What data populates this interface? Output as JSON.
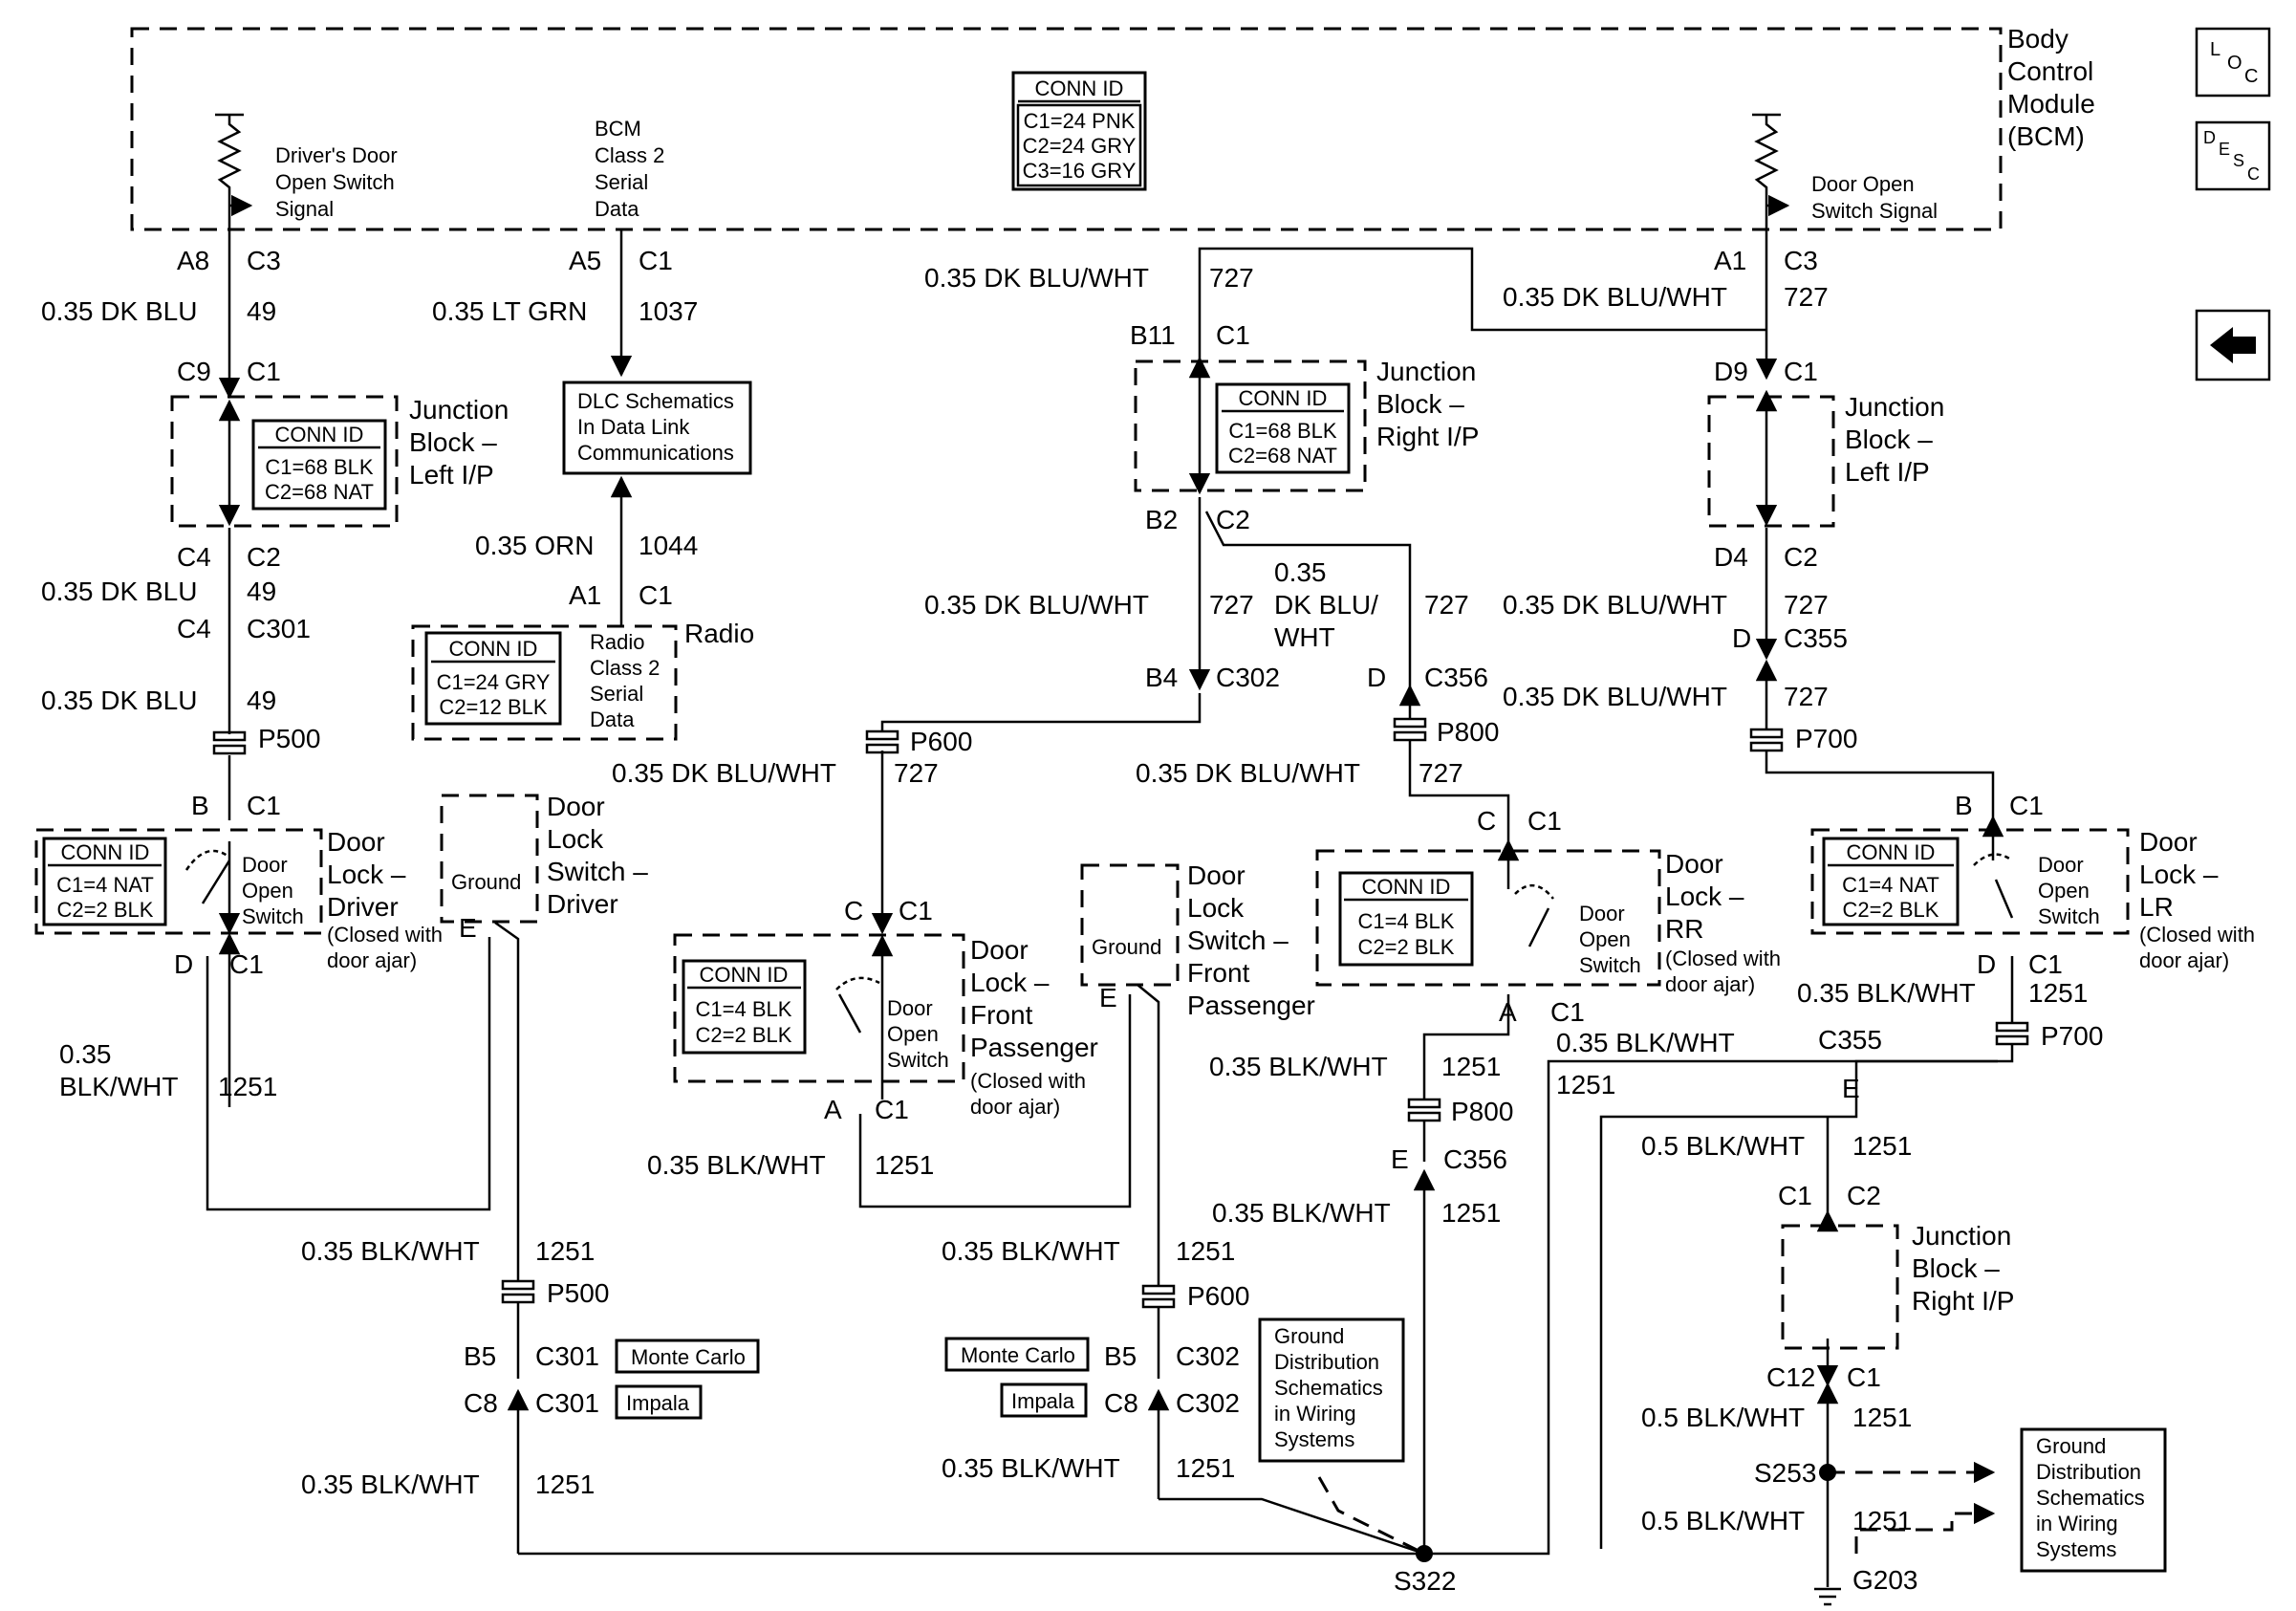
{
  "bcm": {
    "title": [
      "Body",
      "Control",
      "Module",
      "(BCM)"
    ],
    "conn_title": "CONN ID",
    "conn_rows": [
      "C1=24 PNK",
      "C2=24 GRY",
      "C3=16 GRY"
    ],
    "left_switch_signal": [
      "Driver's Door",
      "Open Switch",
      "Signal"
    ],
    "serial_data": [
      "BCM",
      "Class 2",
      "Serial",
      "Data"
    ],
    "right_switch_signal": [
      "Door Open",
      "Switch Signal"
    ]
  },
  "nav": {
    "loc_label": "LOC",
    "desc_label": "DESC",
    "back_icon": "left-arrow-icon"
  },
  "dlc": {
    "lines": [
      "DLC Schematics",
      "In Data Link",
      "Communications"
    ]
  },
  "radio": {
    "title": "Radio",
    "conn_title": "CONN ID",
    "conn_rows": [
      "C1=24 GRY",
      "C2=12 BLK"
    ],
    "inner": [
      "Radio",
      "Class 2",
      "Serial",
      "Data"
    ]
  },
  "jb_left": {
    "title": [
      "Junction",
      "Block –",
      "Left I/P"
    ],
    "conn_title": "CONN ID",
    "conn_rows": [
      "C1=68 BLK",
      "C2=68 NAT"
    ]
  },
  "jb_right_center": {
    "title": [
      "Junction",
      "Block –",
      "Right I/P"
    ],
    "conn_title": "CONN ID",
    "conn_rows": [
      "C1=68 BLK",
      "C2=68 NAT"
    ]
  },
  "jb_left_right": {
    "title": [
      "Junction",
      "Block –",
      "Left I/P"
    ]
  },
  "jb_right_bottom": {
    "title": [
      "Junction",
      "Block –",
      "Right I/P"
    ]
  },
  "door_lock_driver": {
    "title": [
      "Door",
      "Lock –",
      "Driver"
    ],
    "note": [
      "(Closed with",
      "door ajar)"
    ],
    "switch": [
      "Door",
      "Open",
      "Switch"
    ],
    "conn_title": "CONN ID",
    "conn_rows": [
      "C1=4 NAT",
      "C2=2 BLK"
    ]
  },
  "switch_driver": {
    "title": [
      "Door",
      "Lock",
      "Switch –",
      "Driver"
    ],
    "ground": "Ground"
  },
  "door_lock_front_pass": {
    "title": [
      "Door",
      "Lock –",
      "Front",
      "Passenger"
    ],
    "note": [
      "(Closed with",
      "door ajar)"
    ],
    "switch": [
      "Door",
      "Open",
      "Switch"
    ],
    "conn_title": "CONN ID",
    "conn_rows": [
      "C1=4 BLK",
      "C2=2 BLK"
    ]
  },
  "switch_front_pass": {
    "title": [
      "Door",
      "Lock",
      "Switch –",
      "Front",
      "Passenger"
    ],
    "ground": "Ground"
  },
  "door_lock_rr": {
    "title": [
      "Door",
      "Lock –",
      "RR"
    ],
    "note": [
      "(Closed with",
      "door ajar)"
    ],
    "switch": [
      "Door",
      "Open",
      "Switch"
    ],
    "conn_title": "CONN ID",
    "conn_rows": [
      "C1=4 BLK",
      "C2=2 BLK"
    ]
  },
  "door_lock_lr": {
    "title": [
      "Door",
      "Lock –",
      "LR"
    ],
    "note": [
      "(Closed with",
      "door ajar)"
    ],
    "switch": [
      "Door",
      "Open",
      "Switch"
    ],
    "conn_title": "CONN ID",
    "conn_rows": [
      "C1=4 NAT",
      "C2=2 BLK"
    ]
  },
  "ground_dist_center": {
    "lines": [
      "Ground",
      "Distribution",
      "Schematics",
      "in Wiring",
      "Systems"
    ]
  },
  "ground_dist_right": {
    "lines": [
      "Ground",
      "Distribution",
      "Schematics",
      "in Wiring",
      "Systems"
    ]
  },
  "model_tags": {
    "monte_carlo": "Monte Carlo",
    "impala": "Impala"
  },
  "pins": {
    "A8": "A8",
    "C3": "C3",
    "C9": "C9",
    "C1": "C1",
    "C4": "C4",
    "C2": "C2",
    "C301": "C301",
    "A5": "A5",
    "A1": "A1",
    "B": "B",
    "D": "D",
    "E": "E",
    "B5": "B5",
    "C8": "C8",
    "B11": "B11",
    "B2": "B2",
    "B4": "B4",
    "C302": "C302",
    "C356": "C356",
    "C": "C",
    "A": "A",
    "D9": "D9",
    "D4": "D4",
    "C355": "C355",
    "C12": "C12"
  },
  "wires": {
    "dkblu": "0.35 DK BLU",
    "c49": "49",
    "ltgrn": "0.35 LT GRN",
    "c1037": "1037",
    "orn": "0.35 ORN",
    "c1044": "1044",
    "dkbluwht": "0.35 DK BLU/WHT",
    "c727": "727",
    "w035": "0.35",
    "wdkblu_slash": "DK BLU/",
    "wwht": "WHT",
    "blkwht_slash": "BLK/WHT",
    "c1251": "1251",
    "blkwht035": "0.35 BLK/WHT",
    "blkwht05": "0.5 BLK/WHT"
  },
  "splices": {
    "P500": "P500",
    "P600": "P600",
    "P800": "P800",
    "P700": "P700",
    "S322": "S322",
    "S253": "S253",
    "G203": "G203"
  }
}
